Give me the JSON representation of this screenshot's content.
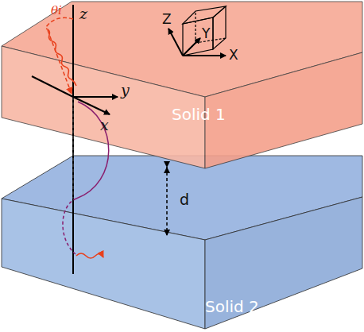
{
  "diagram": {
    "nodes": [
      {
        "text": [
          "Solid 1"
        ]
      },
      {
        "text": [
          "Solid 2"
        ]
      }
    ],
    "labels": [
      "θi",
      "z",
      "y",
      "x",
      "Z",
      "Y",
      "X",
      "d"
    ]
  }
}
